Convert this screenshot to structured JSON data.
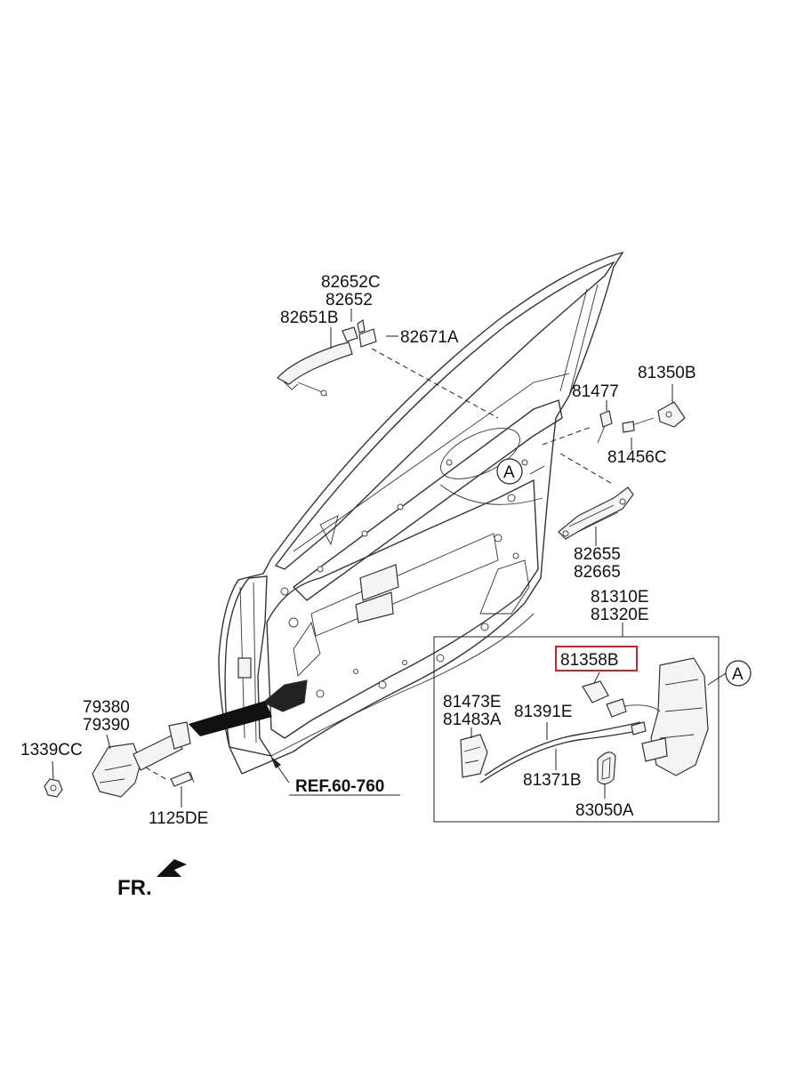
{
  "labels": {
    "p82652C": "82652C",
    "p82652": "82652",
    "p82651B": "82651B",
    "p82671A": "82671A",
    "p81477": "81477",
    "p81350B": "81350B",
    "p81456C": "81456C",
    "p82655": "82655",
    "p82665": "82665",
    "p81310E": "81310E",
    "p81320E": "81320E",
    "p81358B": "81358B",
    "p81473E": "81473E",
    "p81483A": "81483A",
    "p81391E": "81391E",
    "p81371B": "81371B",
    "p83050A": "83050A",
    "p79380": "79380",
    "p79390": "79390",
    "p1339CC": "1339CC",
    "p1125DE": "1125DE",
    "ref": "REF.60-760",
    "callout_a1": "A",
    "callout_a2": "A",
    "direction": "FR."
  },
  "highlight": {
    "part": "81358B",
    "color": "#d42020"
  }
}
